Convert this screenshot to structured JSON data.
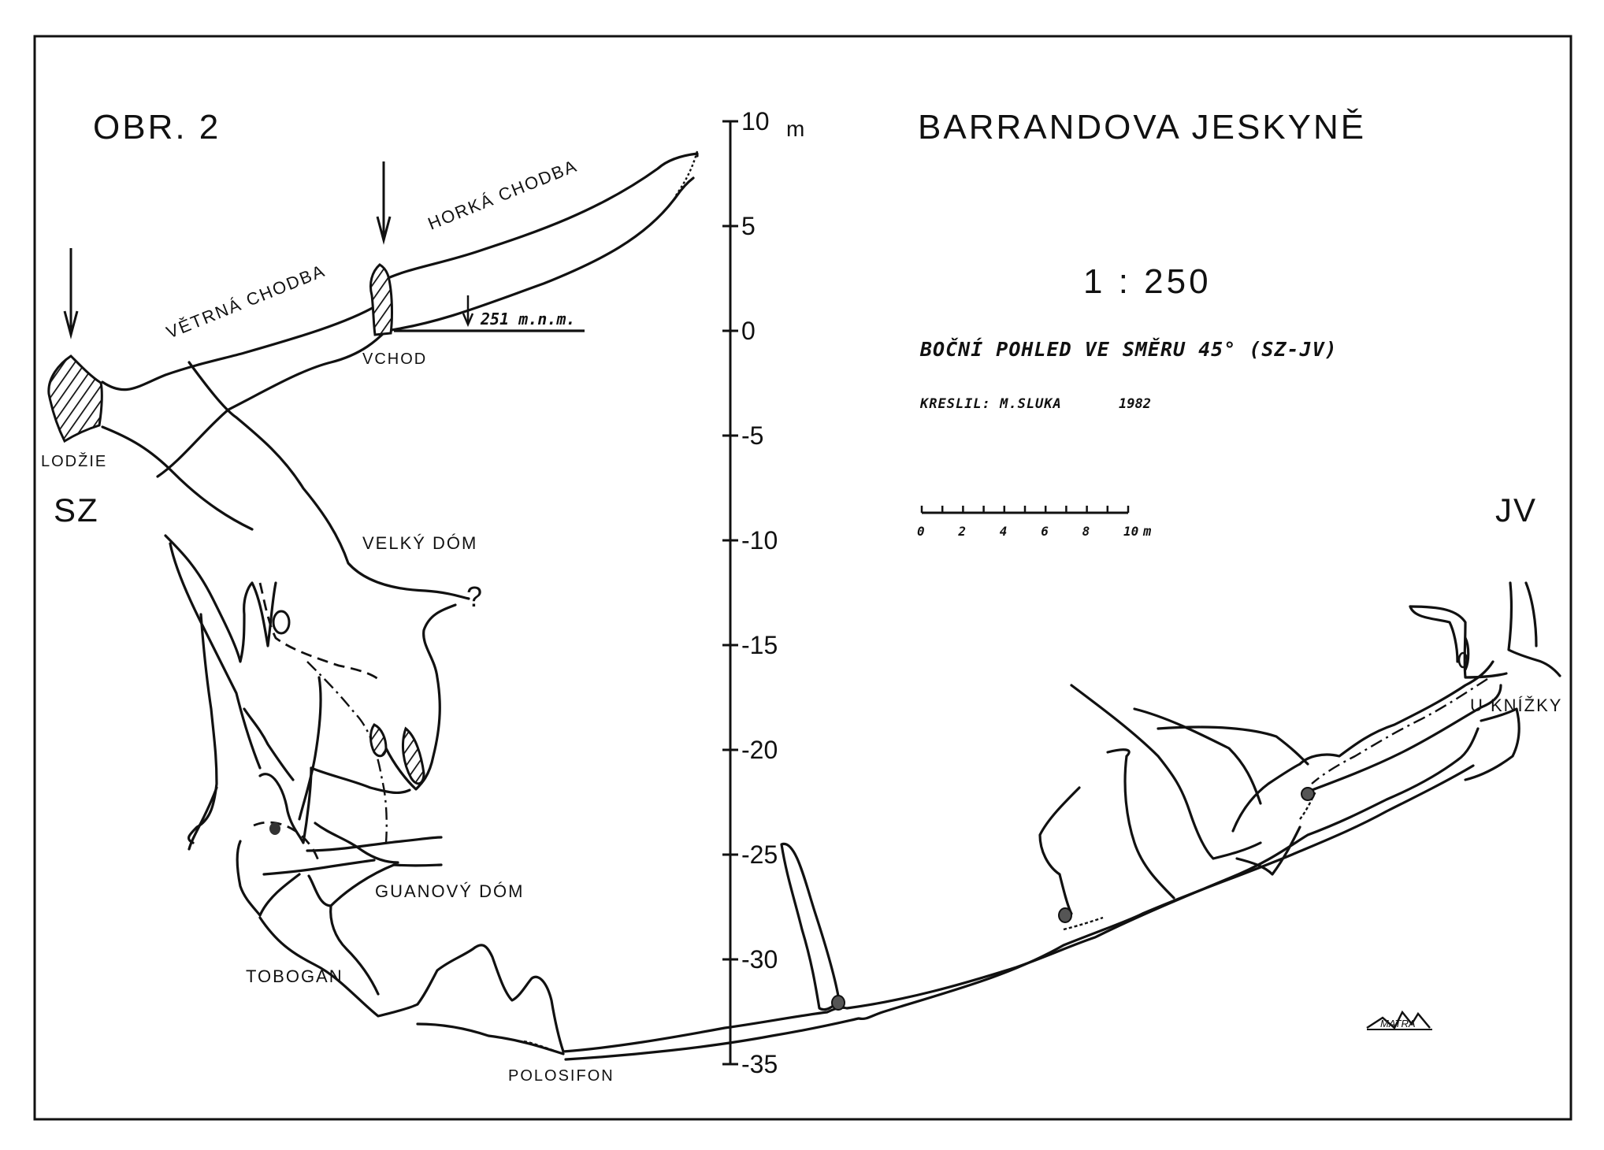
{
  "figure": {
    "number": "OBR. 2",
    "title": "BARRANDOVA JESKYNĚ",
    "scale_ratio": "1 : 250",
    "subtitle": "BOČNÍ POHLED VE SMĚRU 45° (SZ-JV)",
    "author": "KRESLIL: M.SLUKA",
    "year": "1982"
  },
  "directions": {
    "west": "SZ",
    "east": "JV"
  },
  "elevation_axis": {
    "unit": "m",
    "ticks": [
      {
        "value": 10,
        "label": "10"
      },
      {
        "value": 5,
        "label": "5"
      },
      {
        "value": 0,
        "label": "0"
      },
      {
        "value": -5,
        "label": "-5"
      },
      {
        "value": -10,
        "label": "-10"
      },
      {
        "value": -15,
        "label": "-15"
      },
      {
        "value": -20,
        "label": "-20"
      },
      {
        "value": -25,
        "label": "-25"
      },
      {
        "value": -30,
        "label": "-30"
      },
      {
        "value": -35,
        "label": "-35"
      }
    ]
  },
  "scale_bar": {
    "ticks": [
      "0",
      "2",
      "4",
      "6",
      "8",
      "10"
    ],
    "unit": "m"
  },
  "altitude_marker": "251 m.n.m.",
  "places": {
    "vetrna": "VĚTRNÁ CHODBA",
    "horka": "HORKÁ CHODBA",
    "vchod": "VCHOD",
    "lodzie": "LODŽIE",
    "velky_dom": "VELKÝ DÓM",
    "question": "?",
    "guanovy_dom": "GUANOVÝ DÓM",
    "tobogan": "TOBOGAN",
    "polosifon": "POLOSIFON",
    "u_knizky": "U KNÍŽKY"
  },
  "signature": "MATRA"
}
